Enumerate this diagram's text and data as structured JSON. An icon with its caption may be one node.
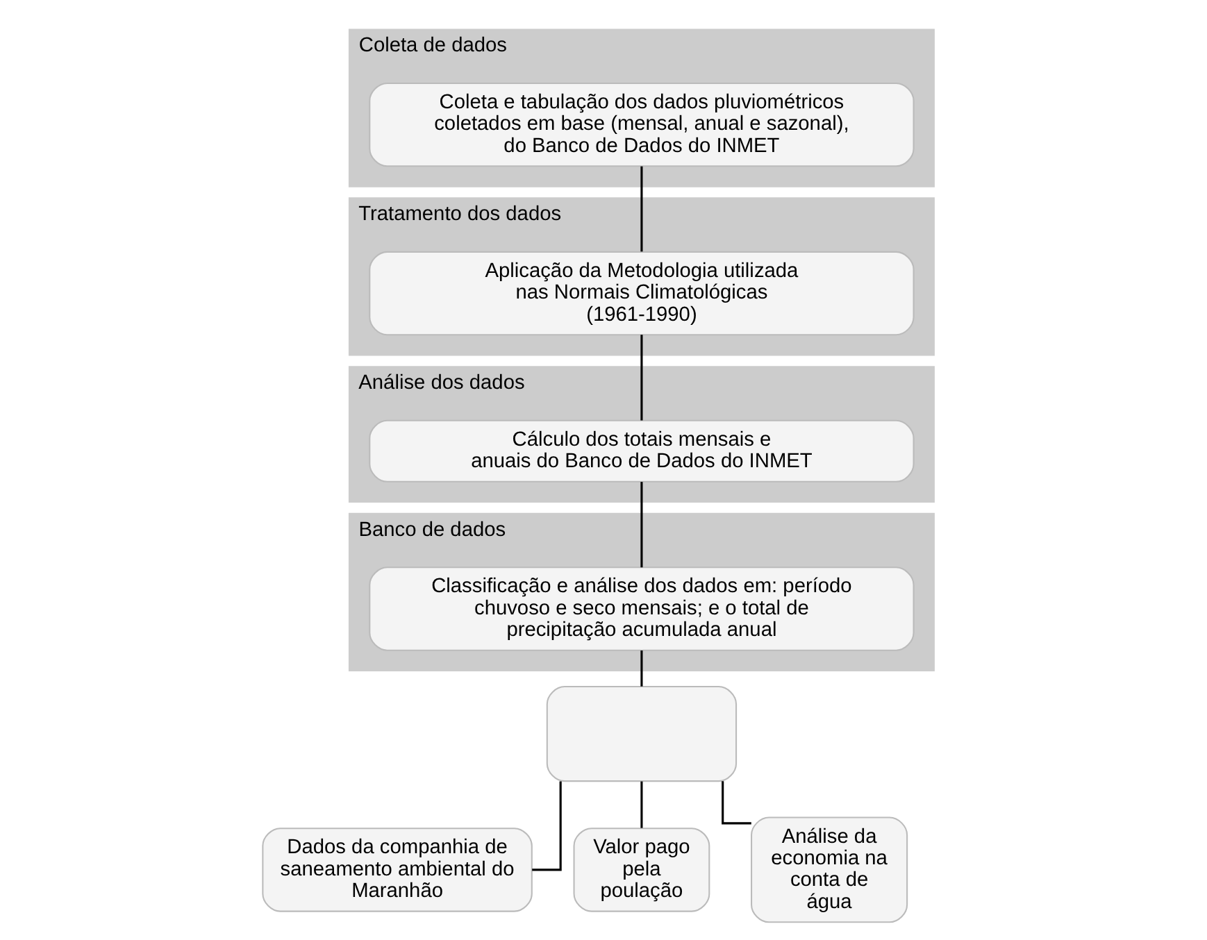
{
  "diagram": {
    "nodes": [
      {
        "text": [
          "Coleta de dados"
        ]
      },
      {
        "text": [
          "Coleta e tabulação dos dados pluviométricos coletados em base (mensal, anual e sazonal), do Banco de Dados do INMET"
        ],
        "in": 0
      },
      {
        "text": [
          "Tratamento dos dados"
        ]
      },
      {
        "text": [
          "Aplicação da Metodologia utilizada nas Normais Climatológicas (1961-1990)"
        ],
        "in": 2
      },
      {
        "text": [
          "Análise dos dados"
        ]
      },
      {
        "text": [
          "Cálculo dos totais mensais e anuais do Banco de Dados do INMET"
        ],
        "in": 4
      },
      {
        "text": [
          "Banco de dados"
        ]
      },
      {
        "text": [
          "Classificação e análise dos dados em: período chuvoso e seco mensais; e o total de precipitação acumulada anual"
        ],
        "in": 6
      },
      {
        "text": [],
        "shape": "box"
      },
      {
        "text": [
          "Dados da companhia de saneamento ambiental do Maranhão"
        ]
      },
      {
        "text": [
          "Valor pago pela poulação"
        ]
      },
      {
        "text": [
          "Análise da economia na conta de água"
        ]
      }
    ],
    "edges": [
      {
        "from": 1,
        "to": 3,
        "arrow": "none"
      },
      {
        "from": 3,
        "to": 5,
        "arrow": "none"
      },
      {
        "from": 5,
        "to": 7,
        "arrow": "none"
      },
      {
        "from": 7,
        "to": 8,
        "arrow": "none"
      },
      {
        "from": 8,
        "to": 9,
        "arrow": "none"
      },
      {
        "from": 8,
        "to": 10,
        "arrow": "none"
      },
      {
        "from": 8,
        "to": 11,
        "arrow": "none"
      }
    ]
  }
}
